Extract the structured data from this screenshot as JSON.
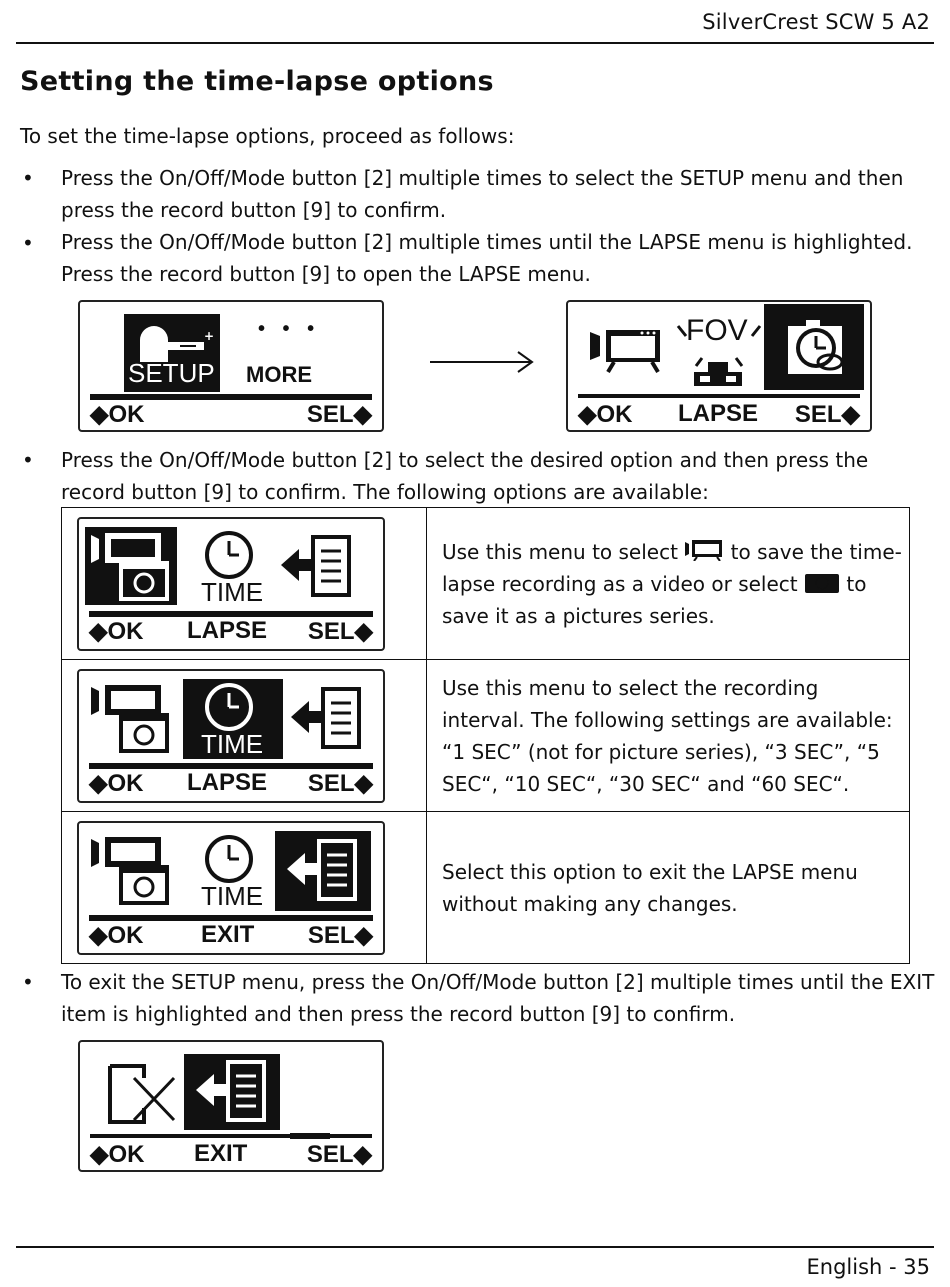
{
  "header": {
    "product": "SilverCrest SCW 5 A2"
  },
  "section": {
    "title": "Setting the time-lapse options"
  },
  "intro": "To set the time-lapse options, proceed as follows:",
  "bullets": [
    {
      "line1": "Press the On/Off/Mode button [2] multiple times to select the SETUP menu and then",
      "line2": "press the record button [9] to confirm."
    },
    {
      "line1": "Press the On/Off/Mode button [2] multiple times until the LAPSE menu is highlighted.",
      "line2": "Press the record button  [9] to open the LAPSE menu."
    },
    {
      "line1": "Press the On/Off/Mode button [2] to select the desired option and then press the",
      "line2": "record button [9] to confirm. The following options are available:"
    },
    {
      "line1": "To exit the SETUP menu, press the On/Off/Mode button [2] multiple times until the EXIT",
      "line2": "item is highlighted and then press the record button [9] to confirm."
    }
  ],
  "screens": {
    "setup": {
      "item1": "SETUP",
      "item2": "MORE",
      "dots": "• • •",
      "left": "◆OK",
      "right": "SEL◆"
    },
    "lapse": {
      "fov": "FOV",
      "left": "◆OK",
      "center": "LAPSE",
      "right": "SEL◆"
    }
  },
  "options": [
    {
      "screen": {
        "time": "TIME",
        "left": "◆OK",
        "center": "LAPSE",
        "right": "SEL◆"
      },
      "text_lines": [
        "Use this menu to select",
        "to save the time-",
        "lapse recording as a video or select",
        "to",
        "save it as a pictures series."
      ]
    },
    {
      "screen": {
        "time": "TIME",
        "left": "◆OK",
        "center": "LAPSE",
        "right": "SEL◆"
      },
      "text_lines": [
        "Use this menu to select the recording",
        "interval. The following settings are available:",
        "“1 SEC” (not for picture series), “3 SEC”, “5",
        "SEC“, “10 SEC“, “30 SEC“ and “60 SEC“."
      ]
    },
    {
      "screen": {
        "time": "TIME",
        "left": "◆OK",
        "center": "EXIT",
        "right": "SEL◆"
      },
      "text_lines": [
        "Select this option to exit the LAPSE menu",
        "without making any changes."
      ]
    }
  ],
  "exit_screen": {
    "left": "◆OK",
    "center": "EXIT",
    "right": "SEL◆"
  },
  "footer": {
    "page": "English - 35"
  }
}
